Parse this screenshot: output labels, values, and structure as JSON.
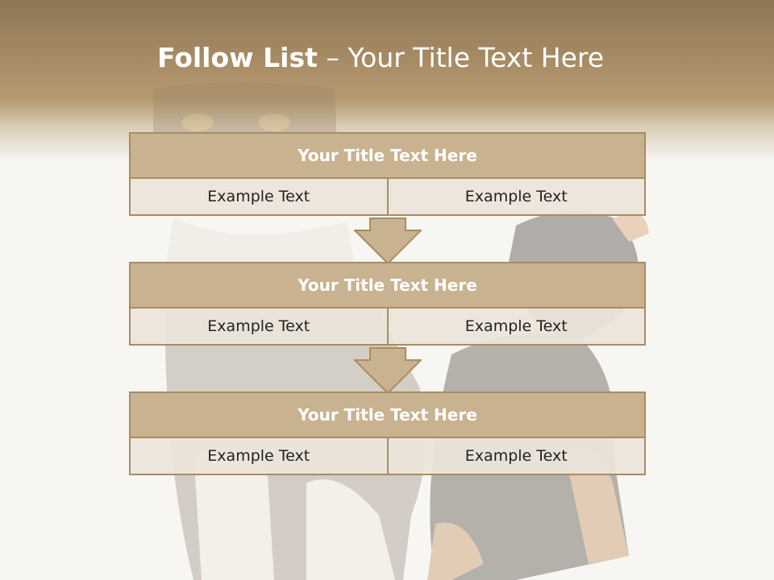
{
  "slide": {
    "title_bold": "Follow List",
    "title_rest": "  – Your Title Text Here"
  },
  "blocks": [
    {
      "title": "Your Title Text Here",
      "left": "Example Text",
      "right": "Example Text"
    },
    {
      "title": "Your Title Text Here",
      "left": "Example Text",
      "right": "Example Text"
    },
    {
      "title": "Your Title Text Here",
      "left": "Example Text",
      "right": "Example Text"
    }
  ],
  "colors": {
    "header": "#a58a63",
    "block_title_fill": "#c9b290",
    "block_border": "#a98c60",
    "cell_fill": "#ece4da",
    "arrow_fill": "#c9b290"
  },
  "icons": {
    "connector": "down-arrow-icon",
    "background": "cat-and-dog-photo"
  }
}
